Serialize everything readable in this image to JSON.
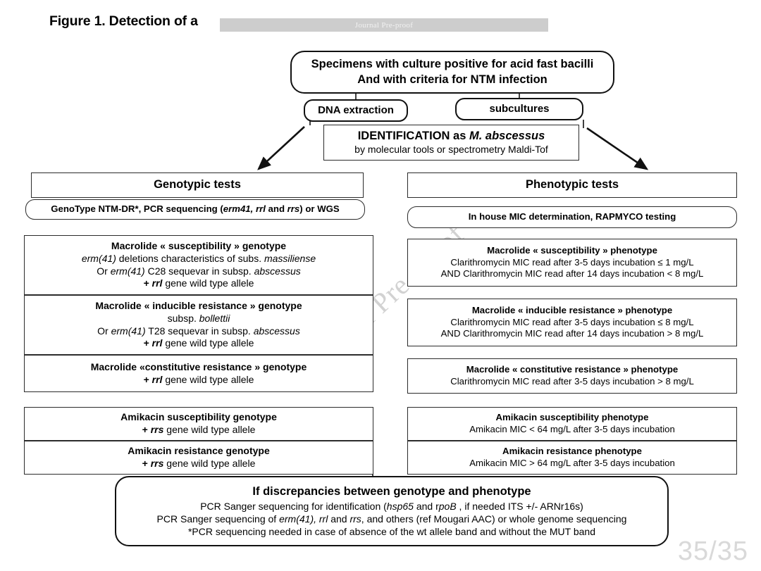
{
  "figure": {
    "title": "Figure 1. Detection of a",
    "page_number": "35/35",
    "watermark": "Journal Pre-proof"
  },
  "colors": {
    "box_border": "#2b2b2b",
    "background": "#ffffff",
    "watermark_gray": "#d2d2d2",
    "banner_gray": "#cdcdcd",
    "page_number_gray": "#d9d9d9"
  },
  "nodes": {
    "specimens": {
      "line1": "Specimens with culture positive for acid fast bacilli",
      "line2": "And with criteria for NTM infection"
    },
    "dna_extraction": {
      "label": "DNA extraction"
    },
    "subcultures": {
      "label": "subcultures"
    },
    "identification": {
      "line1_a": "IDENTIFICATION as ",
      "line1_b": "M. abscessus",
      "line2": "by molecular tools or spectrometry Maldi-Tof"
    },
    "genotypic_header": {
      "label": "Genotypic tests"
    },
    "genotypic_methods": {
      "a": "GenoType  NTM-DR*, PCR sequencing (",
      "b": "erm41, rrl",
      "c": " and ",
      "d": "rrs",
      "e": ") or WGS"
    },
    "phenotypic_header": {
      "label": "Phenotypic tests"
    },
    "phenotypic_methods": {
      "label": "In house MIC determination, RAPMYCO testing"
    },
    "geno_macro_susc": {
      "title": "Macrolide « susceptibility » genotype",
      "l2_a": "erm(41)",
      "l2_b": " deletions characteristics of subs. ",
      "l2_c": "massiliense",
      "l3_a": "Or ",
      "l3_b": "erm(41)",
      "l3_c": " C28 sequevar in subsp. ",
      "l3_d": "abscessus",
      "l4_a": "+ ",
      "l4_b": "rrl",
      "l4_c": " gene wild type allele"
    },
    "geno_macro_ind": {
      "title": "Macrolide « inducible resistance » genotype",
      "l2_a": "subsp. ",
      "l2_b": "bollettii",
      "l3_a": "Or ",
      "l3_b": "erm(41)",
      "l3_c": " T28 sequevar in subsp. ",
      "l3_d": "abscessus",
      "l4_a": "+ ",
      "l4_b": "rrl",
      "l4_c": " gene wild type allele"
    },
    "geno_macro_const": {
      "title": "Macrolide «constitutive resistance » genotype",
      "l2_a": "+ ",
      "l2_b": "rrl",
      "l2_c": " gene wild type allele"
    },
    "geno_amik_susc": {
      "title": "Amikacin susceptibility genotype",
      "l2_a": "+ ",
      "l2_b": "rrs",
      "l2_c": " gene wild type allele"
    },
    "geno_amik_res": {
      "title": "Amikacin resistance genotype",
      "l2_a": "+ ",
      "l2_b": "rrs",
      "l2_c": " gene wild type allele"
    },
    "pheno_macro_susc": {
      "title": "Macrolide « susceptibility » phenotype",
      "l2": "Clarithromycin MIC read after 3-5 days incubation ≤ 1 mg/L",
      "l3": "AND Clarithromycin MIC read after 14 days incubation < 8 mg/L"
    },
    "pheno_macro_ind": {
      "title": "Macrolide « inducible resistance » phenotype",
      "l2": "Clarithromycin MIC read after 3-5 days incubation ≤ 8 mg/L",
      "l3": "AND Clarithromycin MIC read after 14 days incubation > 8 mg/L"
    },
    "pheno_macro_const": {
      "title": "Macrolide « constitutive resistance » phenotype",
      "l2": "Clarithromycin MIC read after 3-5 days incubation > 8 mg/L"
    },
    "pheno_amik_susc": {
      "title": "Amikacin susceptibility phenotype",
      "l2": "Amikacin MIC < 64 mg/L after 3-5 days incubation"
    },
    "pheno_amik_res": {
      "title": "Amikacin resistance phenotype",
      "l2": "Amikacin MIC > 64 mg/L after 3-5 days incubation"
    },
    "discrepancies": {
      "title": "If discrepancies between genotype and phenotype",
      "l2_a": "PCR Sanger sequencing for identification (",
      "l2_b": "hsp65",
      "l2_c": " and r",
      "l2_d": "poB",
      "l2_e": " , if needed ITS +/- ARNr16s)",
      "l3_a": "PCR Sanger sequencing of ",
      "l3_b": "erm(41), rrl",
      "l3_c": " and ",
      "l3_d": "rrs",
      "l3_e": ", and others (ref Mougari AAC) or  whole genome sequencing",
      "l4": "*PCR sequencing needed in case of absence of the wt allele band and without the MUT band"
    }
  }
}
